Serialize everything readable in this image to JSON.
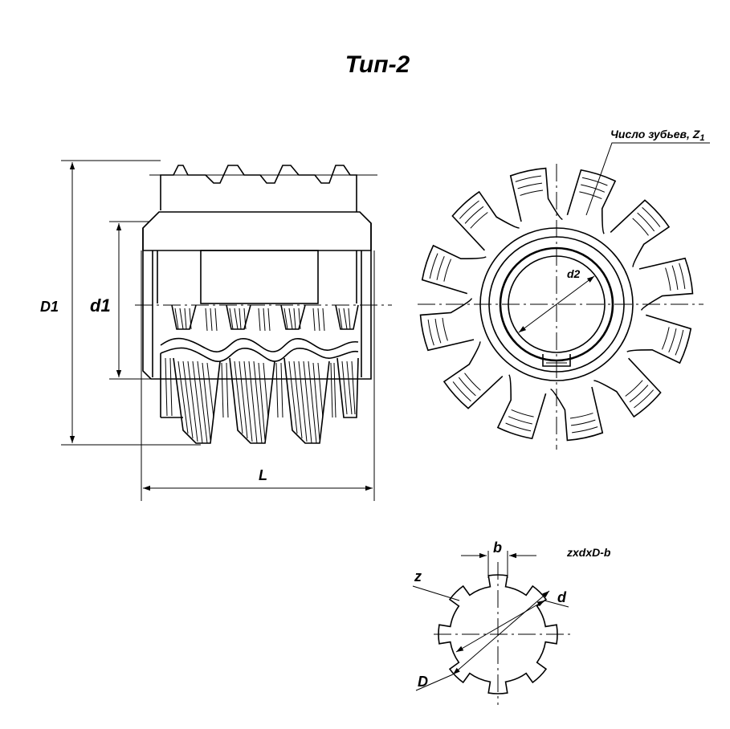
{
  "title": "Тип-2",
  "labels": {
    "D1": "D1",
    "d1": "d1",
    "L": "L",
    "d2": "d2",
    "teeth_count_text": "Число зубьев, Z",
    "teeth_count_sub": "1",
    "b": "b",
    "z": "z",
    "d": "d",
    "D": "D",
    "spline_formula": "zxdxD-b"
  }
}
